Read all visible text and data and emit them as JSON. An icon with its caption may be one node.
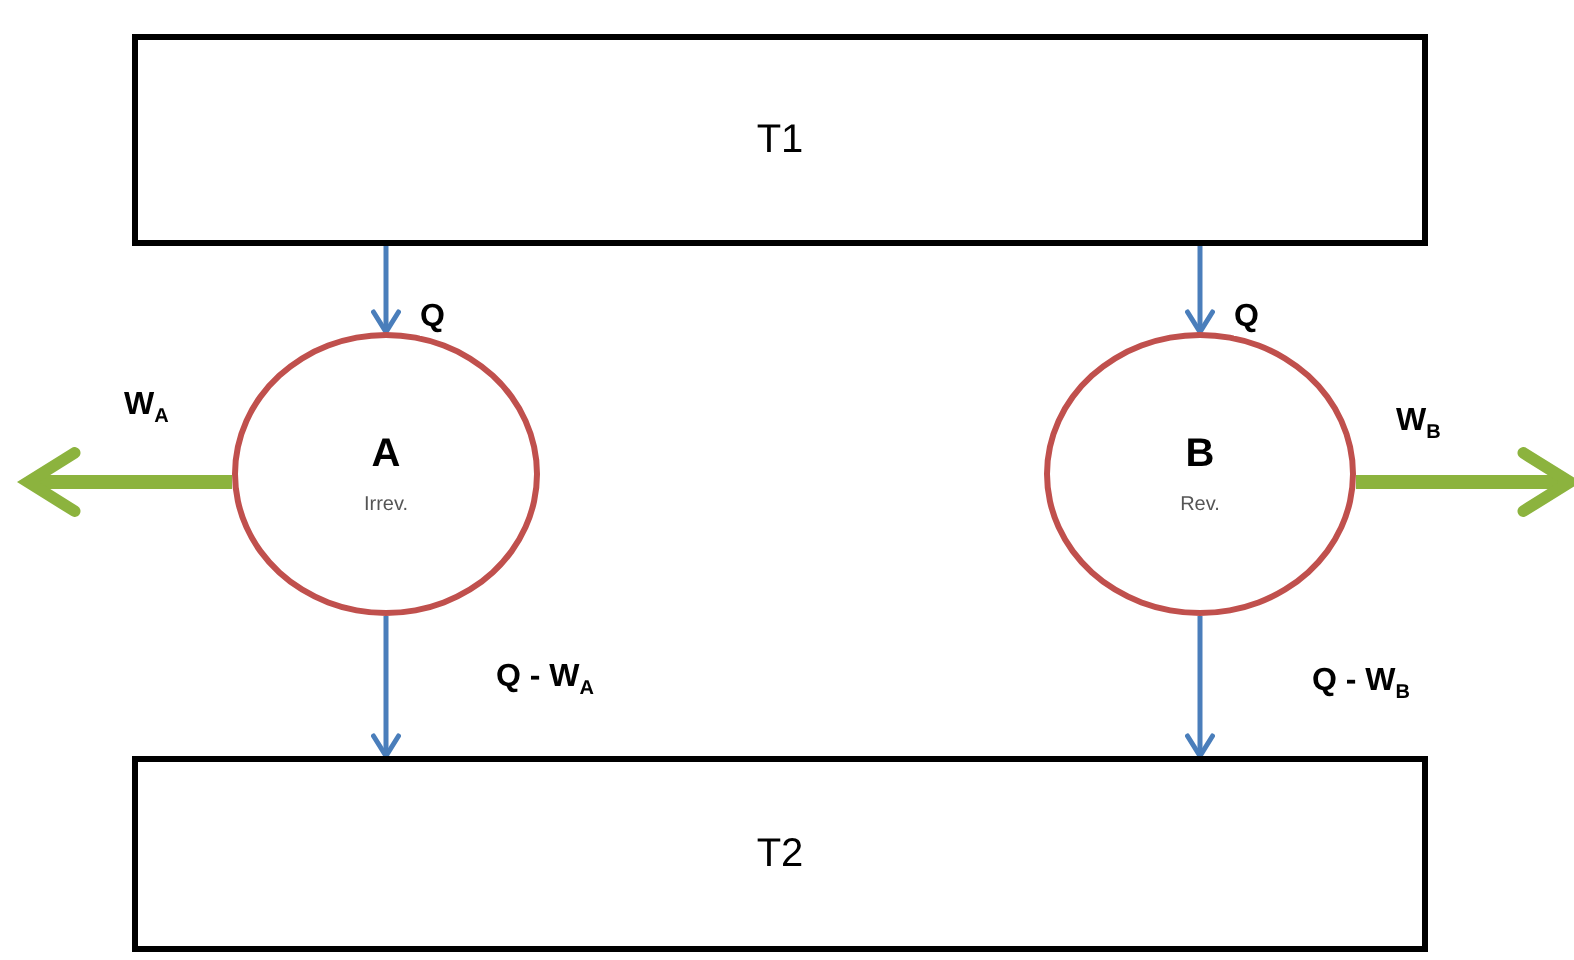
{
  "diagram": {
    "nodes": [
      {
        "text": [
          "T1"
        ]
      },
      {
        "text": [
          "A",
          "Irrev."
        ]
      },
      {
        "text": [
          "B",
          "Rev."
        ]
      },
      {
        "text": [
          "T2"
        ]
      }
    ],
    "edges": [
      {
        "from": 0,
        "to": 1,
        "arrow": "to",
        "label": "Q"
      },
      {
        "from": 0,
        "to": 2,
        "arrow": "to",
        "label": "Q"
      },
      {
        "from": 1,
        "to": 3,
        "arrow": "to",
        "label": "Q - W$_{A}$"
      },
      {
        "from": 2,
        "to": 3,
        "arrow": "to",
        "label": "Q - W$_{B}$"
      },
      {
        "from": 1,
        "to": null,
        "arrow": "to",
        "label": "W$_{A}$",
        "style": "thick",
        "color": "#8cb33e"
      },
      {
        "from": 2,
        "to": null,
        "arrow": "to",
        "label": "W$_{B}$",
        "style": "thick",
        "color": "#8cb33e"
      }
    ]
  }
}
